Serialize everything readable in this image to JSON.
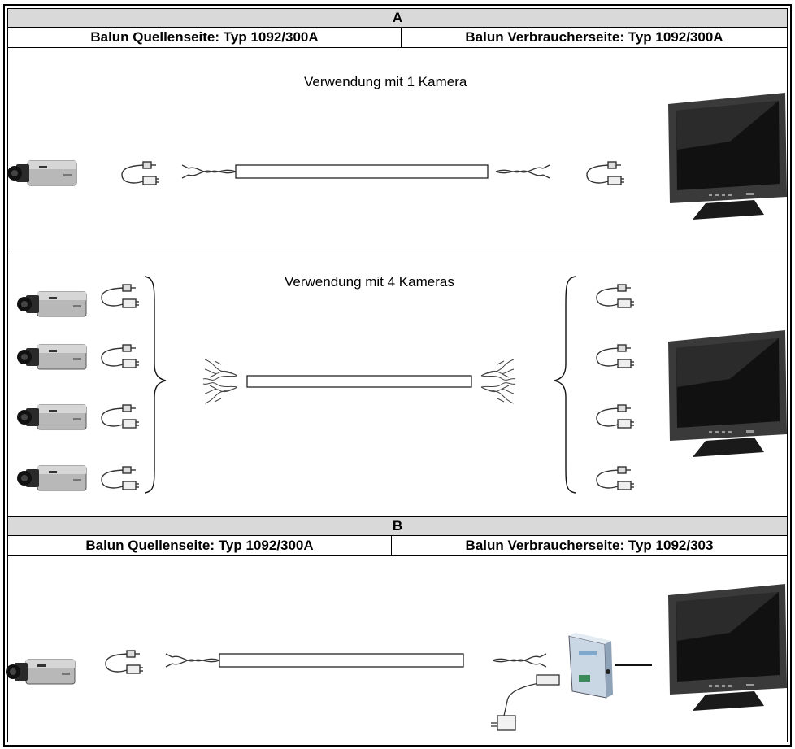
{
  "section_a": {
    "label": "A",
    "source_header": "Balun Quellenseite: Typ 1092/300A",
    "consumer_header": "Balun Verbraucherseite: Typ 1092/300A",
    "caption_one": "Verwendung mit 1 Kamera",
    "caption_four": "Verwendung mit 4 Kameras"
  },
  "section_b": {
    "label": "B",
    "source_header": "Balun Quellenseite: Typ 1092/300A",
    "consumer_header": "Balun Verbraucherseite: Typ 1092/303"
  }
}
